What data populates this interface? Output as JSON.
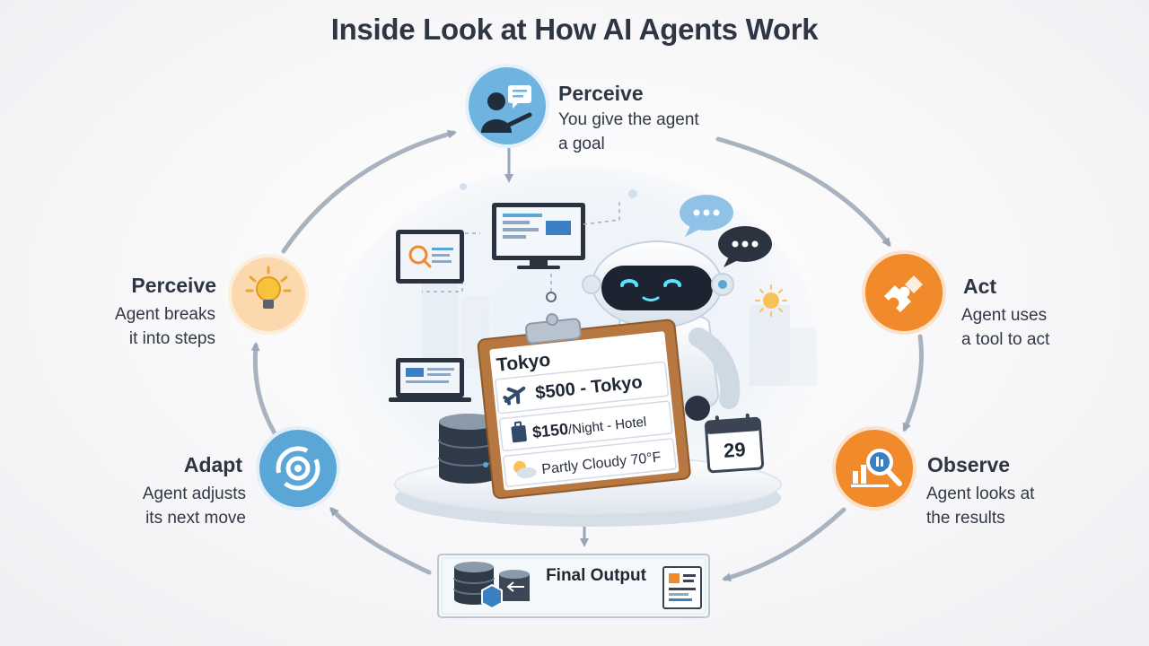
{
  "title": "Inside Look at How AI Agents Work",
  "steps": {
    "perceive_top": {
      "title": "Perceive",
      "desc_line1": "You give the agent",
      "desc_line2": "a goal",
      "icon": "person-chat-icon",
      "color": "#5aa6d6"
    },
    "act": {
      "title": "Act",
      "desc_line1": "Agent uses",
      "desc_line2": "a tool to act",
      "icon": "puzzle-icon",
      "color": "#f08a2a"
    },
    "observe": {
      "title": "Observe",
      "desc_line1": "Agent looks at",
      "desc_line2": "the results",
      "icon": "magnifier-chart-icon",
      "color": "#f08a2a"
    },
    "adapt": {
      "title": "Adapt",
      "desc_line1": "Agent adjusts",
      "desc_line2": "its next move",
      "icon": "refresh-gear-icon",
      "color": "#5aa6d6"
    },
    "perceive_left": {
      "title": "Perceive",
      "desc_line1": "Agent breaks",
      "desc_line2": "it into steps",
      "icon": "lightbulb-icon",
      "color": "#f6c07a"
    }
  },
  "clipboard": {
    "header": "Tokyo",
    "flight": "$500 - Tokyo",
    "hotel_price": "$150",
    "hotel_suffix": "/Night - Hotel",
    "weather": "Partly Cloudy 70°F"
  },
  "calendar_day": "29",
  "final_output": {
    "label": "Final Output"
  }
}
